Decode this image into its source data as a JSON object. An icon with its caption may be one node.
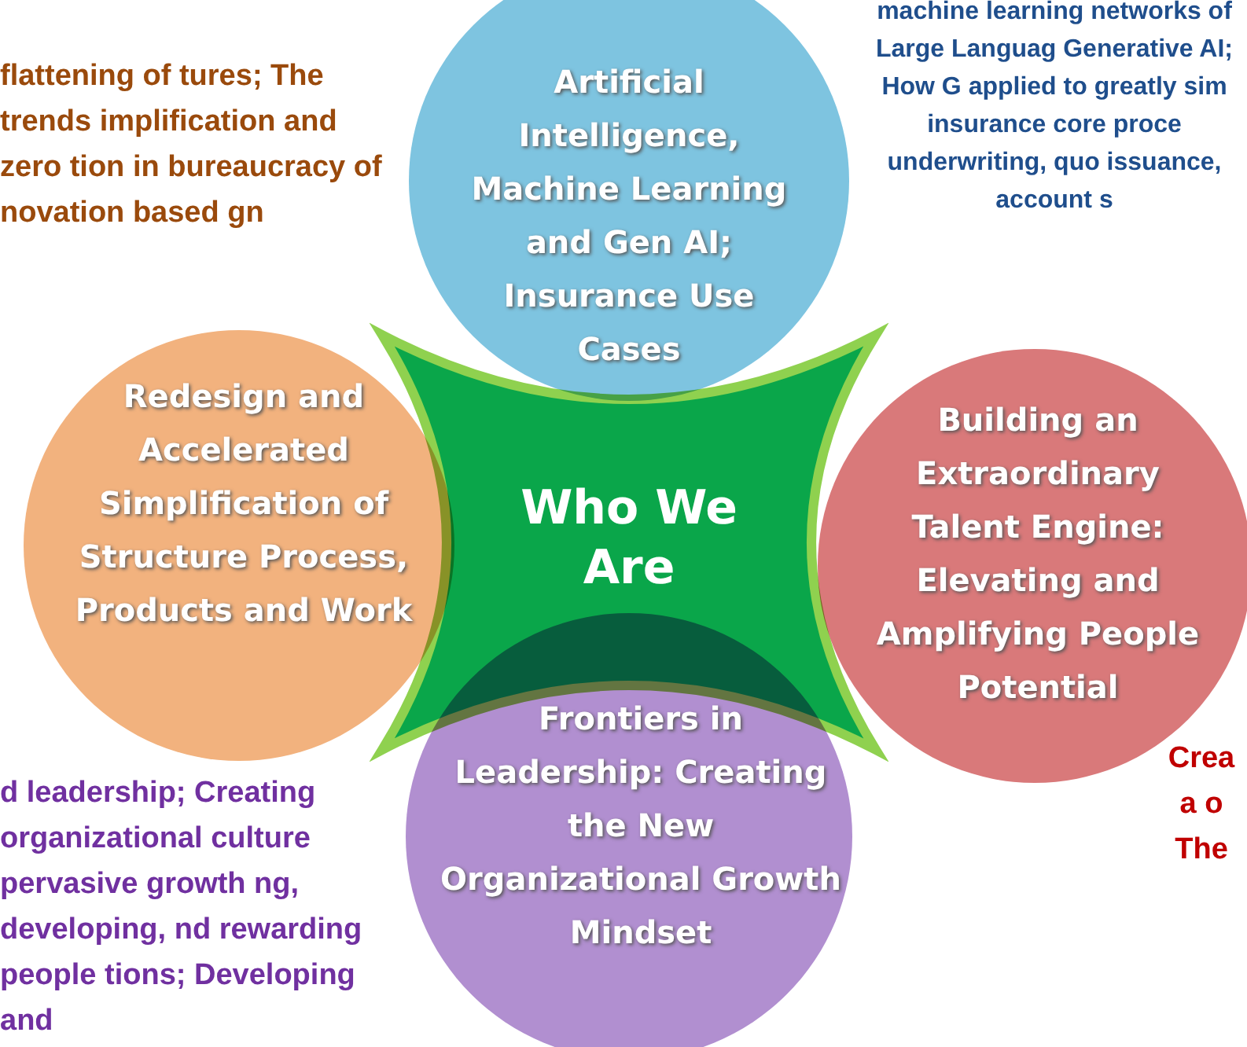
{
  "diagram": {
    "nodes": [
      {
        "text": [
          "Who We Are"
        ]
      },
      {
        "text": [
          "Artificial Intelligence, Machine Learning and Gen AI; Insurance Use Cases"
        ]
      },
      {
        "text": [
          "Redesign and Accelerated Simplification of Structure Process, Products and Work"
        ]
      },
      {
        "text": [
          "Building an Extraordinary Talent Engine: Elevating and Amplifying People Potential"
        ]
      },
      {
        "text": [
          "Frontiers in Leadership: Creating the New Organizational Growth Mindset"
        ]
      }
    ],
    "labels": [
      "flattening of tures; The trends implification and zero tion in bureaucracy of novation based gn",
      "machine learning networks of Large Languag Generative AI; How G applied to greatly sim insurance core proce underwriting, quo issuance, account s",
      "d leadership; Creating organizational culture pervasive growth ng, developing, nd rewarding people tions; Developing and",
      "Crea a o The"
    ]
  }
}
